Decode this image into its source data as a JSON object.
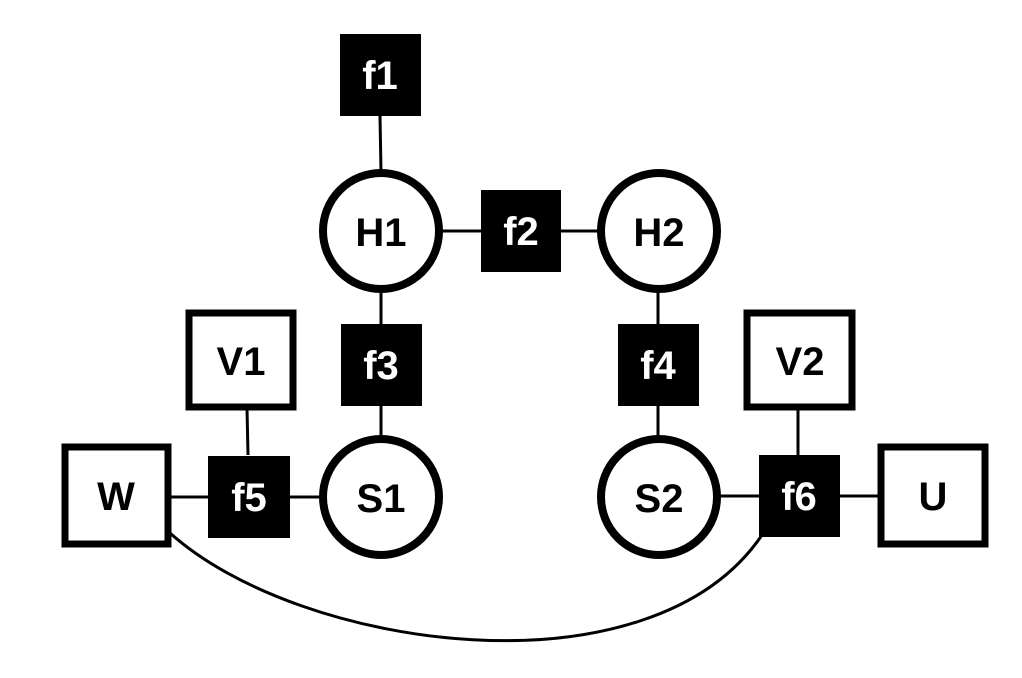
{
  "diagram": {
    "nodes": {
      "f1": {
        "label": "f1",
        "kind": "factor"
      },
      "H1": {
        "label": "H1",
        "kind": "variable"
      },
      "f2": {
        "label": "f2",
        "kind": "factor"
      },
      "H2": {
        "label": "H2",
        "kind": "variable"
      },
      "f3": {
        "label": "f3",
        "kind": "factor"
      },
      "f4": {
        "label": "f4",
        "kind": "factor"
      },
      "V1": {
        "label": "V1",
        "kind": "observed"
      },
      "V2": {
        "label": "V2",
        "kind": "observed"
      },
      "W": {
        "label": "W",
        "kind": "observed"
      },
      "f5": {
        "label": "f5",
        "kind": "factor"
      },
      "S1": {
        "label": "S1",
        "kind": "variable"
      },
      "S2": {
        "label": "S2",
        "kind": "variable"
      },
      "f6": {
        "label": "f6",
        "kind": "factor"
      },
      "U": {
        "label": "U",
        "kind": "observed"
      }
    },
    "edges": [
      [
        "f1",
        "H1"
      ],
      [
        "H1",
        "f2"
      ],
      [
        "f2",
        "H2"
      ],
      [
        "H1",
        "f3"
      ],
      [
        "f3",
        "S1"
      ],
      [
        "H2",
        "f4"
      ],
      [
        "f4",
        "S2"
      ],
      [
        "V1",
        "f5"
      ],
      [
        "W",
        "f5"
      ],
      [
        "f5",
        "S1"
      ],
      [
        "V2",
        "f6"
      ],
      [
        "S2",
        "f6"
      ],
      [
        "f6",
        "U"
      ],
      [
        "W",
        "f6"
      ]
    ],
    "colors": {
      "foreground": "#000000",
      "background": "#ffffff"
    }
  }
}
